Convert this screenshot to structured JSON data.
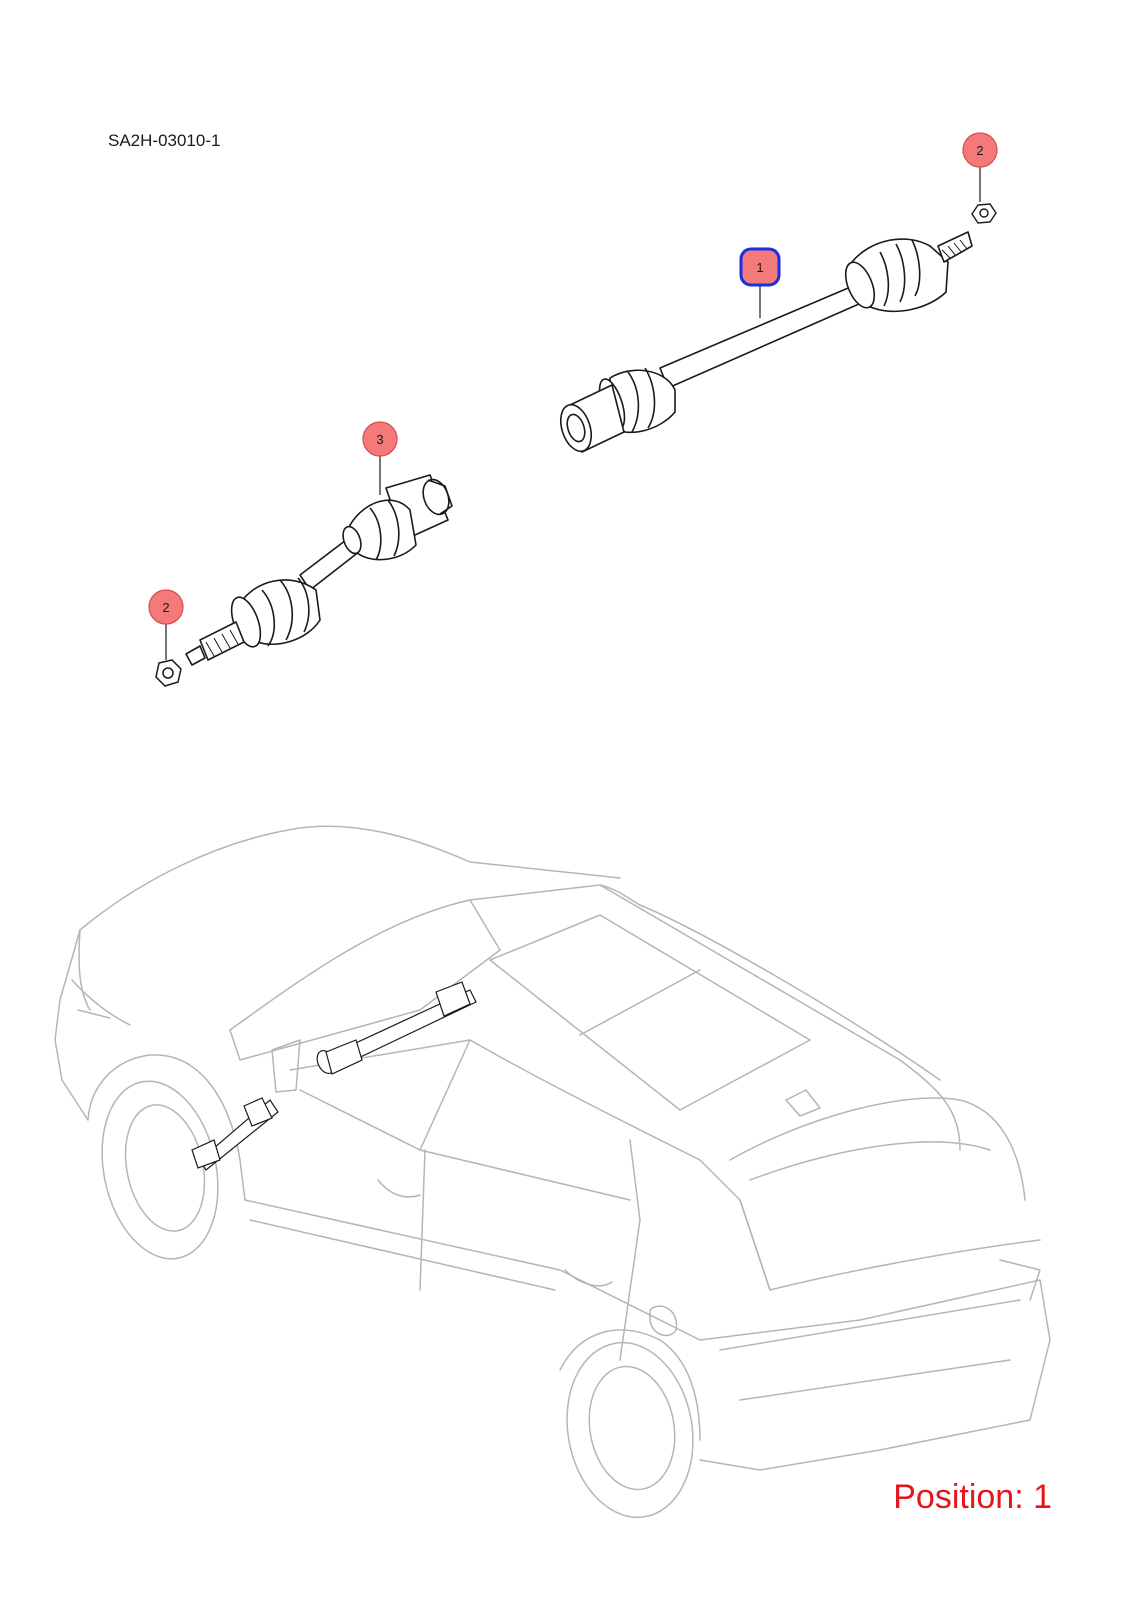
{
  "diagram": {
    "code": "SA2H-03010-1",
    "position_label": "Position: 1",
    "selected_callout": "1",
    "callouts": [
      "1",
      "2",
      "2",
      "3"
    ],
    "colors": {
      "callout_fill": "#f47a7a",
      "callout_stroke": "#d84a4a",
      "selected_stroke": "#1a2ee6",
      "position_text": "#e8141c",
      "car_line": "#b5b5b5",
      "part_line": "#1a1a1a"
    }
  }
}
